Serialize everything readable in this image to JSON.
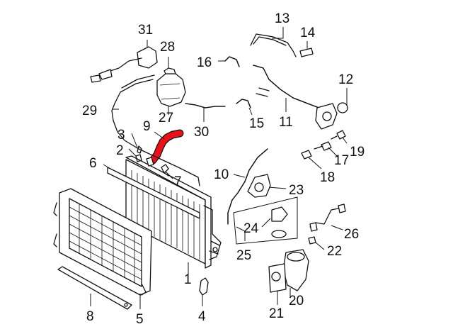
{
  "colors": {
    "highlight": "#e8101a",
    "line": "#111111",
    "background": "#ffffff"
  },
  "callouts": [
    "1",
    "2",
    "3",
    "4",
    "5",
    "6",
    "7",
    "8",
    "9",
    "10",
    "11",
    "12",
    "13",
    "14",
    "15",
    "16",
    "17",
    "18",
    "19",
    "20",
    "21",
    "22",
    "23",
    "24",
    "25",
    "26",
    "27",
    "28",
    "29",
    "30",
    "31"
  ]
}
